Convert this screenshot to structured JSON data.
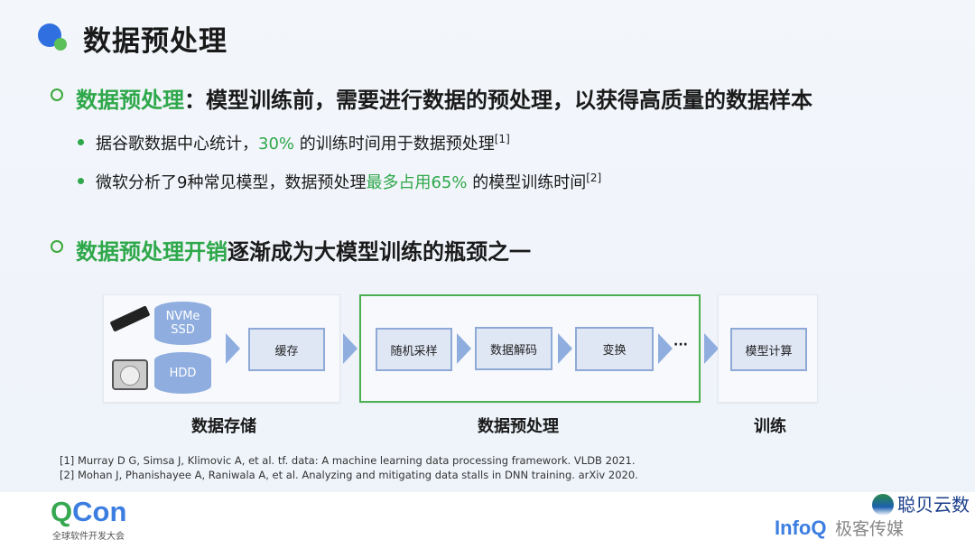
{
  "title": "数据预处理",
  "bullets": [
    {
      "highlight": "数据预处理",
      "text": "：模型训练前，需要进行数据的预处理，以获得高质量的数据样本",
      "subs": [
        {
          "pre": "据谷歌数据中心统计，",
          "highlight": "30%",
          "post": " 的训练时间用于数据预处理",
          "ref": "[1]"
        },
        {
          "pre": "微软分析了9种常见模型，数据预处理",
          "highlight": "最多占用65%",
          "post": " 的模型训练时间",
          "ref": "[2]"
        }
      ]
    },
    {
      "highlight": "数据预处理开销",
      "text": "逐渐成为大模型训练的瓶颈之一"
    }
  ],
  "diagram": {
    "storage": {
      "nvme": "NVMe\nSSD",
      "hdd": "HDD",
      "cache": "缓存",
      "label": "数据存储"
    },
    "preprocess": {
      "steps": [
        "随机采样",
        "数据解码",
        "变换"
      ],
      "ellipsis": "···",
      "label": "数据预处理"
    },
    "training": {
      "step": "模型计算",
      "label": "训练"
    }
  },
  "references": [
    "[1] Murray D G, Simsa J, Klimovic A, et al. tf. data: A machine learning data processing framework. VLDB 2021.",
    "[2] Mohan J, Phanishayee A, Raniwala A, et al. Analyzing and mitigating data stalls in DNN training. arXiv 2020."
  ],
  "footer": {
    "qcon": "QCon",
    "qcon_sub": "全球软件开发大会",
    "infoq": "InfoQ",
    "infoq_sub": "极客传媒",
    "watermark": "聪贝云数"
  },
  "colors": {
    "accent_green": "#2ea84a",
    "box_blue": "#8faedf",
    "title_blue": "#2f6fe0"
  }
}
